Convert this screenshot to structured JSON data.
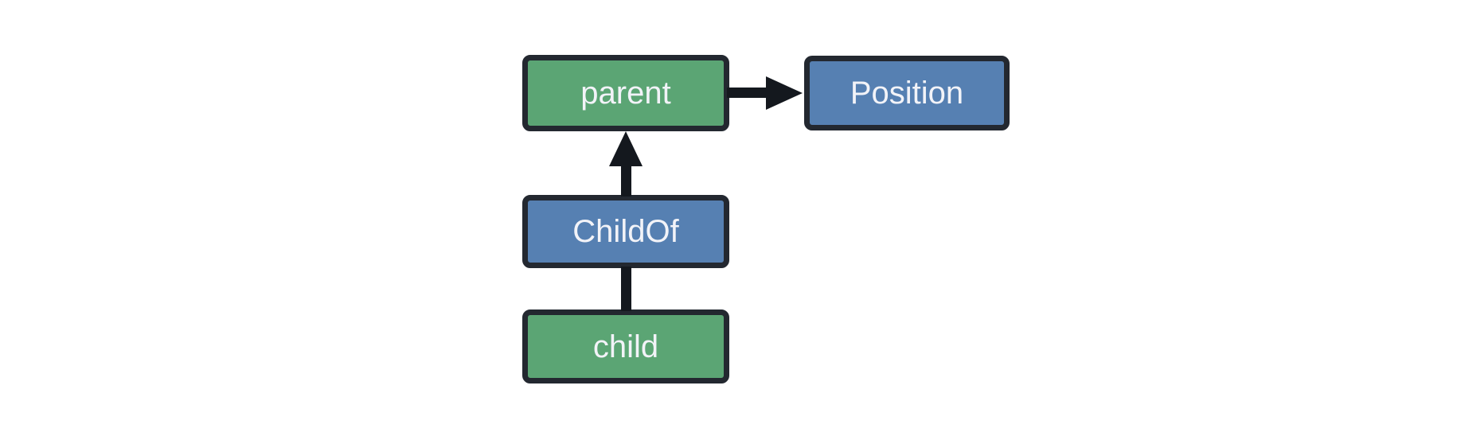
{
  "diagram": {
    "background": "#ffffff",
    "border_color": "#232830",
    "arrow_color": "#14181e",
    "text_color": "#f2f3f8",
    "node_colors": {
      "entity_green": "#5ba574",
      "component_blue": "#5680b2"
    },
    "nodes": [
      {
        "id": "parent",
        "label": "parent",
        "fill": "#5ba574"
      },
      {
        "id": "Position",
        "label": "Position",
        "fill": "#5680b2"
      },
      {
        "id": "ChildOf",
        "label": "ChildOf",
        "fill": "#5680b2"
      },
      {
        "id": "child",
        "label": "child",
        "fill": "#5ba574"
      }
    ],
    "edges": [
      {
        "from": "parent",
        "to": "Position",
        "style": "arrow",
        "direction": "right"
      },
      {
        "from": "ChildOf",
        "to": "parent",
        "style": "arrow",
        "direction": "up"
      },
      {
        "from": "child",
        "to": "ChildOf",
        "style": "line",
        "direction": "up"
      }
    ]
  }
}
